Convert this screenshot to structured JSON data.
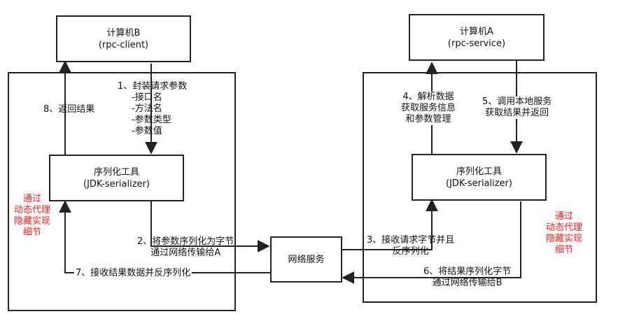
{
  "computer_b": {
    "name": "计算机B",
    "role": "(rpc-client)"
  },
  "computer_a": {
    "name": "计算机A",
    "role": "(rpc-service)"
  },
  "serializer_left": {
    "name": "序列化工具",
    "impl": "(JDK-serializer)"
  },
  "serializer_right": {
    "name": "序列化工具",
    "impl": "(JDK-serializer)"
  },
  "network": {
    "name": "网络服务"
  },
  "steps": {
    "s1": {
      "title": "1、封装请求参数",
      "items": [
        "-接口名",
        "-方法名",
        "-参数类型",
        "-参数值"
      ]
    },
    "s2": [
      "2、将参数序列化为字节",
      "通过网络传输给A"
    ],
    "s3": [
      "3、接收请求字节并且",
      "反序列化"
    ],
    "s4": [
      "4、解析数据",
      "获取服务信息",
      "和参数管理"
    ],
    "s5": [
      "5、调用本地服务",
      "获取结果并返回"
    ],
    "s6": [
      "6、将结果序列化字节",
      "通过网络传输给B"
    ],
    "s7": "7、接收结果数据并反序列化",
    "s8": "8、返回结果"
  },
  "proxy_note_left": [
    "通过",
    "动态代理",
    "隐藏实现",
    "细节"
  ],
  "proxy_note_right": [
    "通过",
    "动态代理",
    "隐藏实现",
    "细节"
  ],
  "colors": {
    "line": "#222222",
    "note": "#ff1a1a"
  }
}
